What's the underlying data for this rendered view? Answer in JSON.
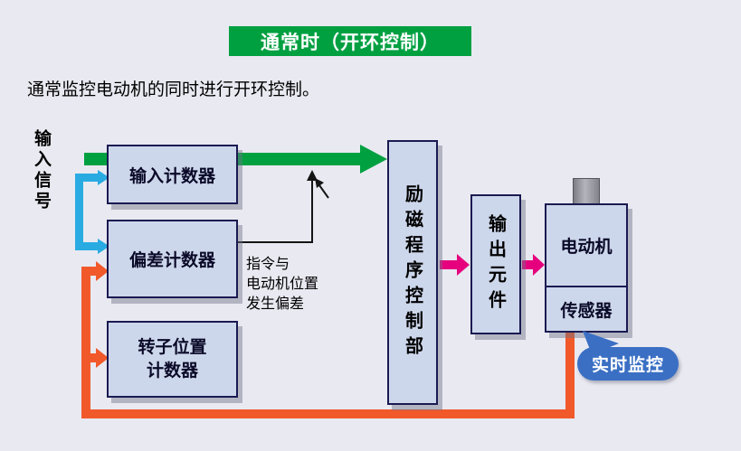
{
  "header": {
    "title": "通常时（开环控制）"
  },
  "description": "通常监控电动机的同时进行开环控制。",
  "labels": {
    "input_signal": "输入信号",
    "deviation_note": "指令与\n电动机位置\n发生偏差",
    "realtime_badge": "实时监控"
  },
  "blocks": {
    "input_counter": "输入计数器",
    "deviation_counter": "偏差计数器",
    "rotor_counter": "转子位置\n计数器",
    "excitation_controller": "励磁程序控制部",
    "output_element": "输出元件",
    "motor": "电动机",
    "sensor": "传感器"
  },
  "colors": {
    "background": "#e9e9f1",
    "title_bg": "#00a041",
    "title_text": "#ffffff",
    "box_fill": "#cdd7eb",
    "box_border": "#1a1a52",
    "arrow_green": "#00a041",
    "arrow_blue": "#29abe2",
    "arrow_orange": "#f1592a",
    "arrow_pink": "#e6007e",
    "line_black": "#141414",
    "badge_bg": "#3a6fc4",
    "badge_text": "#ffffff"
  }
}
